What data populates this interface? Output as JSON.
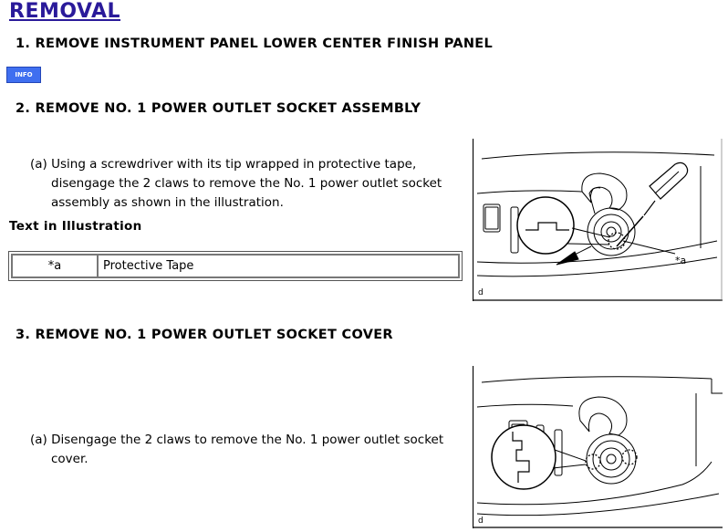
{
  "heading": "REMOVAL",
  "step1": {
    "title": "1. REMOVE INSTRUMENT PANEL LOWER CENTER FINISH PANEL"
  },
  "info_button": {
    "label": "INFO"
  },
  "step2": {
    "title": "2. REMOVE NO. 1 POWER OUTLET SOCKET ASSEMBLY",
    "instruction_line1": "(a) Using a screwdriver with its tip wrapped in protective tape,",
    "instruction_line2": "disengage the 2 claws to remove the No. 1 power outlet socket",
    "instruction_line3": "assembly as shown in the illustration.",
    "text_in_illustration_title": "Text in Illustration",
    "legend_key": "*a",
    "legend_value": "Protective Tape",
    "figure_callout": "*a",
    "figure_corner_label": "d"
  },
  "step3": {
    "title": "3. REMOVE NO. 1 POWER OUTLET SOCKET COVER",
    "instruction_line1": "(a) Disengage the 2 claws to remove the No. 1 power outlet socket",
    "instruction_line2": "cover.",
    "figure_corner_label": "d"
  }
}
